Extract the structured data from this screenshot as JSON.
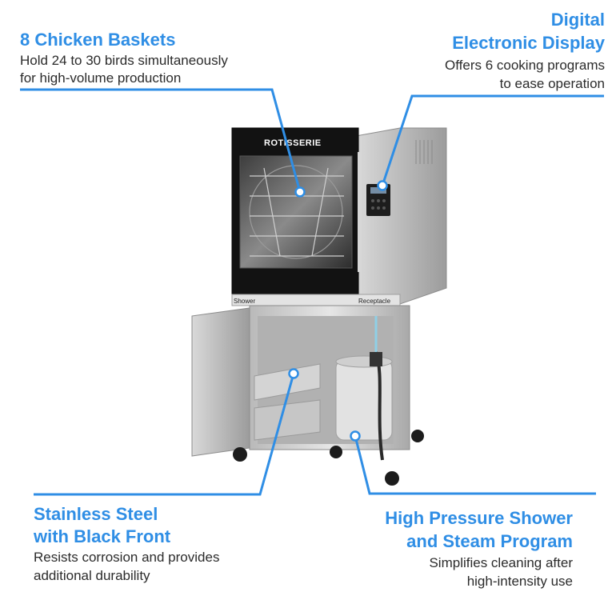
{
  "callouts": {
    "baskets": {
      "title": "8 Chicken Baskets",
      "desc_line1": "Hold 24 to 30 birds simultaneously",
      "desc_line2": "for high-volume production"
    },
    "display": {
      "title_line1": "Digital",
      "title_line2": "Electronic Display",
      "desc_line1": "Offers 6 cooking programs",
      "desc_line2": "to ease operation"
    },
    "steel": {
      "title_line1": "Stainless Steel",
      "title_line2": "with Black Front",
      "desc_line1": "Resists corrosion and provides",
      "desc_line2": "additional durability"
    },
    "shower": {
      "title_line1": "High Pressure Shower",
      "title_line2": "and Steam Program",
      "desc_line1": "Simplifies cleaning after",
      "desc_line2": "high-intensity use"
    }
  },
  "product": {
    "brand": "ROTISSERIE",
    "panel_left": "Shower",
    "panel_right": "Receptacle"
  },
  "colors": {
    "accent": "#2f8ee5",
    "text": "#2b2b2b",
    "oven_front": "#111111",
    "steel": "#c9c9c9"
  }
}
